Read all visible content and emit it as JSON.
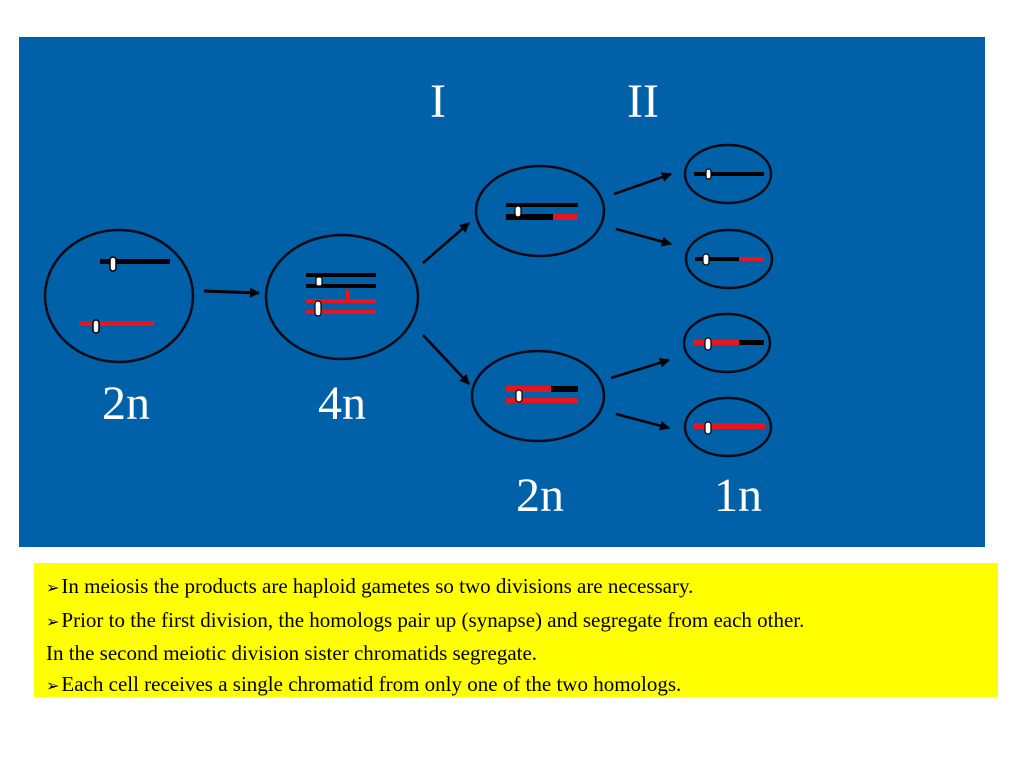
{
  "colors": {
    "panel_background": "#0061a8",
    "cell_outline": "#0a0a14",
    "chromosome_black": "#000000",
    "chromosome_red": "#e8141e",
    "centromere": "#ffffff",
    "label_text": "#ffffff",
    "note_background": "#ffff00",
    "note_text": "#000000"
  },
  "diagram": {
    "division_labels": {
      "first": "I",
      "second": "II"
    },
    "ploidy_labels": {
      "initial_cell": "2n",
      "replicated_cell": "4n",
      "after_division_one": "2n",
      "after_division_two": "1n"
    },
    "cells": [
      {
        "id": "initial",
        "chromosomes": [
          "black",
          "red"
        ]
      },
      {
        "id": "replicated",
        "chromosomes": [
          "black",
          "black",
          "red",
          "red"
        ]
      },
      {
        "id": "daughter-top",
        "chromosomes": [
          "black",
          "black-red"
        ]
      },
      {
        "id": "daughter-bottom",
        "chromosomes": [
          "red-black",
          "red"
        ]
      },
      {
        "id": "gamete-1",
        "chromosomes": [
          "black"
        ]
      },
      {
        "id": "gamete-2",
        "chromosomes": [
          "black-red"
        ]
      },
      {
        "id": "gamete-3",
        "chromosomes": [
          "red-black"
        ]
      },
      {
        "id": "gamete-4",
        "chromosomes": [
          "red"
        ]
      }
    ]
  },
  "notes": {
    "bullet_symbol": "➢",
    "bullet_1": "In meiosis the products are haploid gametes so two divisions  are necessary.",
    "bullet_2": "Prior to the first division, the homologs pair up (synapse) and segregate from each other.",
    "bullet_2_continued": "In the second meiotic division sister chromatids segregate.",
    "bullet_3": "Each cell receives a single chromatid from only one of the two homologs."
  }
}
